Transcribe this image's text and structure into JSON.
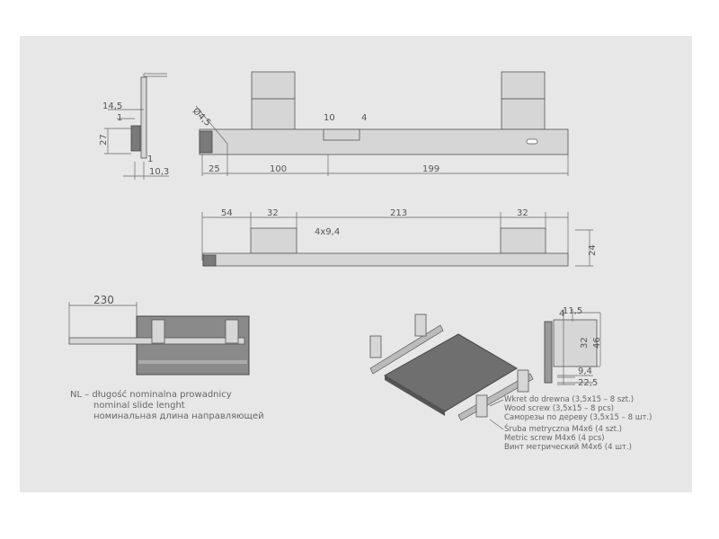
{
  "side_view": {
    "d1": "14,5",
    "d2": "1",
    "d3": "27",
    "d4": "1",
    "d5": "10,3"
  },
  "top_view": {
    "hole": "Ø4,5",
    "d10": "10",
    "d4": "4",
    "d25": "25",
    "d100": "100",
    "d199": "199"
  },
  "bottom_view": {
    "d54": "54",
    "d32a": "32",
    "d213": "213",
    "d32b": "32",
    "holes": "4x9,4",
    "d24": "24"
  },
  "extension": {
    "d230": "230"
  },
  "nl_note": {
    "pl": "NL – długość nominalna prowadnicy",
    "en": "nominal slide lenght",
    "ru": "номинальная длина направляющей"
  },
  "bracket_detail": {
    "d4": "4",
    "d11_5": "11,5",
    "d32": "32",
    "d46": "46",
    "d9_4": "9,4",
    "d22_5": "22,5"
  },
  "screws": {
    "wood_pl": "Wkret do drewna (3,5x15 – 8 szt.)",
    "wood_en": "Wood screw (3,5x15 – 8 pcs)",
    "wood_ru": "Саморезы по дереву (3,5x15 – 8 шт.)",
    "metric_pl": "Śruba metryczna M4x6 (4 szt.)",
    "metric_en": "Metric screw M4x6 (4 pcs)",
    "metric_ru": "Винт метрический M4x6 (4 шт.)"
  }
}
